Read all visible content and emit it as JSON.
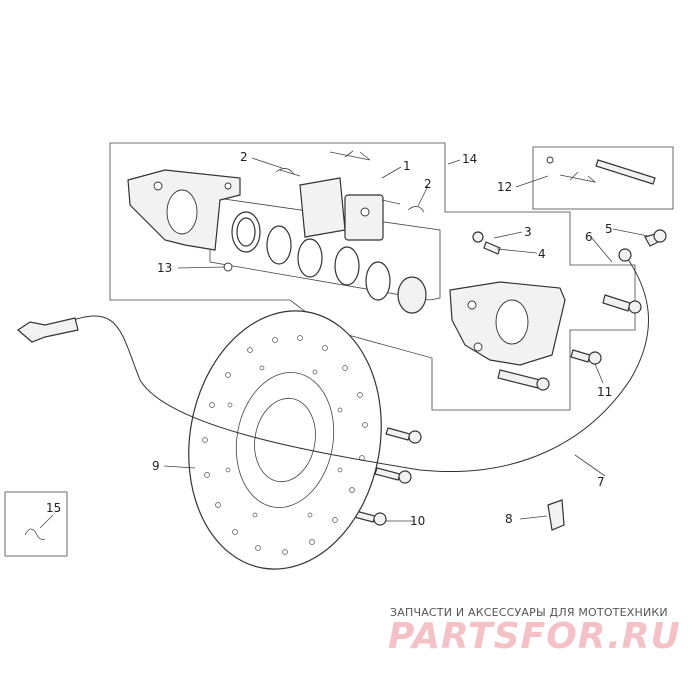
{
  "diagram": {
    "callouts": [
      "1",
      "2",
      "2",
      "3",
      "4",
      "5",
      "6",
      "7",
      "8",
      "9",
      "10",
      "11",
      "12",
      "13",
      "14",
      "15"
    ]
  },
  "watermark": {
    "tagline": "ЗАПЧАСТИ И АКСЕССУАРЫ ДЛЯ МОТОТЕХНИКИ",
    "logo": "PARTSFOR.RU",
    "logo_color": "#f4c2c6"
  }
}
